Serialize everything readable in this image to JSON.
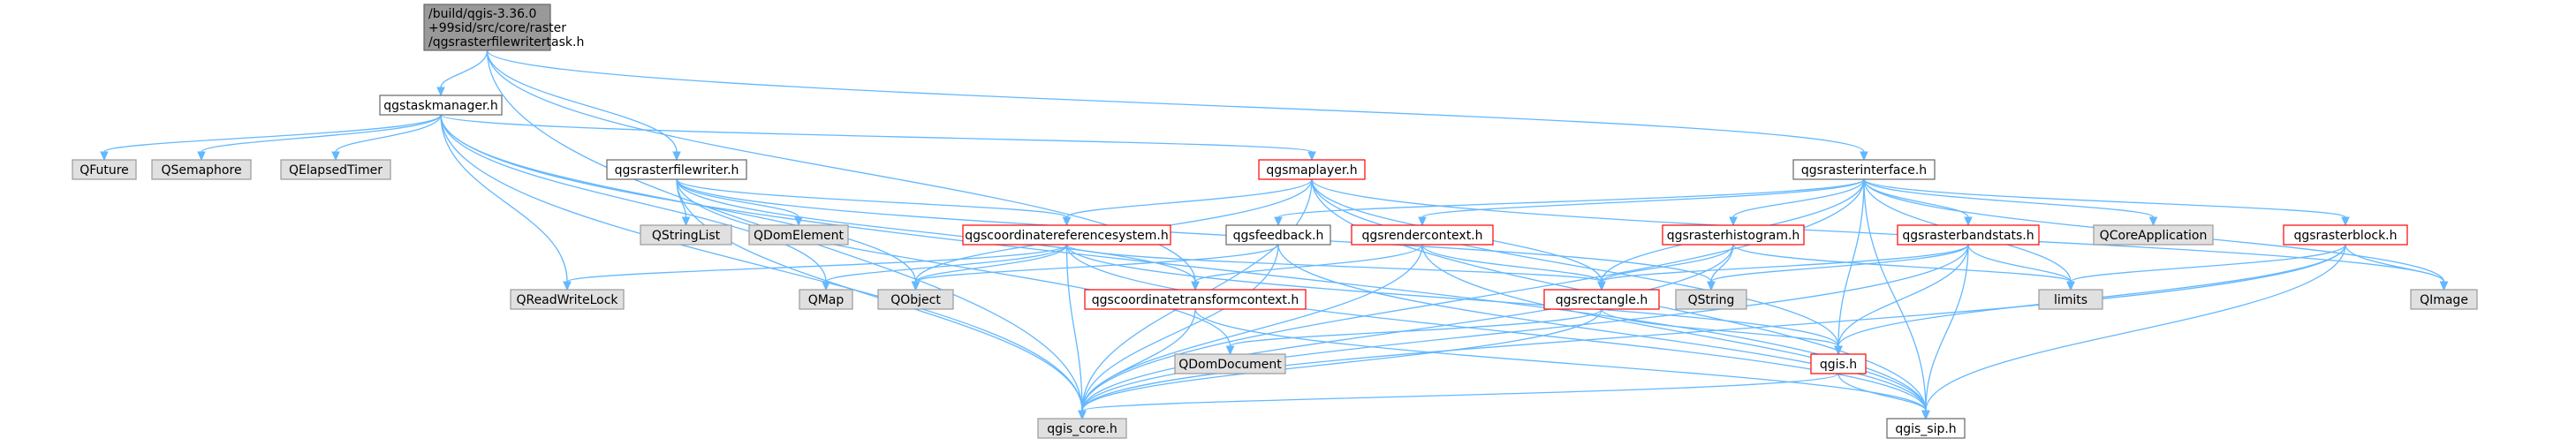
{
  "diagram": {
    "colors": {
      "root_fill": "#999999",
      "root_stroke": "#666666",
      "node_fill": "#ffffff",
      "node_stroke": "#666666",
      "red_stroke": "#ff0000",
      "gray_fill": "#e0e0e0",
      "gray_stroke": "#999999",
      "edge": "#63b8ff"
    },
    "nodes": {
      "root": {
        "lines": [
          "/build/qgis-3.36.0",
          "+99sid/src/core/raster",
          "/qgsrasterfilewritertask.h"
        ],
        "style": "root"
      },
      "qgstaskmanager": {
        "lines": [
          "qgstaskmanager.h"
        ],
        "style": "normal"
      },
      "qgsrasterfilewriter": {
        "lines": [
          "qgsrasterfilewriter.h"
        ],
        "style": "normal"
      },
      "qgsrasterinterface": {
        "lines": [
          "qgsrasterinterface.h"
        ],
        "style": "normal"
      },
      "qgsmaplayer": {
        "lines": [
          "qgsmaplayer.h"
        ],
        "style": "red"
      },
      "QFuture": {
        "lines": [
          "QFuture"
        ],
        "style": "gray"
      },
      "QSemaphore": {
        "lines": [
          "QSemaphore"
        ],
        "style": "gray"
      },
      "QElapsedTimer": {
        "lines": [
          "QElapsedTimer"
        ],
        "style": "gray"
      },
      "QStringList": {
        "lines": [
          "QStringList"
        ],
        "style": "gray"
      },
      "QDomElement": {
        "lines": [
          "QDomElement"
        ],
        "style": "gray"
      },
      "qgscrs": {
        "lines": [
          "qgscoordinatereferencesystem.h"
        ],
        "style": "red"
      },
      "qgsfeedback": {
        "lines": [
          "qgsfeedback.h"
        ],
        "style": "normal"
      },
      "qgsrendercontext": {
        "lines": [
          "qgsrendercontext.h"
        ],
        "style": "red"
      },
      "qgsrasterhistogram": {
        "lines": [
          "qgsrasterhistogram.h"
        ],
        "style": "red"
      },
      "qgsrasterbandstats": {
        "lines": [
          "qgsrasterbandstats.h"
        ],
        "style": "red"
      },
      "QCoreApplication": {
        "lines": [
          "QCoreApplication"
        ],
        "style": "gray"
      },
      "qgsrasterblock": {
        "lines": [
          "qgsrasterblock.h"
        ],
        "style": "red"
      },
      "QReadWriteLock": {
        "lines": [
          "QReadWriteLock"
        ],
        "style": "gray"
      },
      "QMap": {
        "lines": [
          "QMap"
        ],
        "style": "gray"
      },
      "QObject": {
        "lines": [
          "QObject"
        ],
        "style": "gray"
      },
      "qgsctc": {
        "lines": [
          "qgscoordinatetransformcontext.h"
        ],
        "style": "red"
      },
      "qgsrectangle": {
        "lines": [
          "qgsrectangle.h"
        ],
        "style": "red"
      },
      "QString": {
        "lines": [
          "QString"
        ],
        "style": "gray"
      },
      "limits": {
        "lines": [
          "limits"
        ],
        "style": "gray"
      },
      "QImage": {
        "lines": [
          "QImage"
        ],
        "style": "gray"
      },
      "QDomDocument": {
        "lines": [
          "QDomDocument"
        ],
        "style": "gray"
      },
      "qgis": {
        "lines": [
          "qgis.h"
        ],
        "style": "red"
      },
      "qgis_core": {
        "lines": [
          "qgis_core.h"
        ],
        "style": "gray"
      },
      "qgis_sip": {
        "lines": [
          "qgis_sip.h"
        ],
        "style": "normal"
      }
    },
    "edges": [
      [
        "root",
        "qgstaskmanager"
      ],
      [
        "root",
        "qgsrasterfilewriter"
      ],
      [
        "root",
        "qgsrasterinterface"
      ],
      [
        "root",
        "qgis_core"
      ],
      [
        "root",
        "qgsctc"
      ],
      [
        "qgstaskmanager",
        "QFuture"
      ],
      [
        "qgstaskmanager",
        "QSemaphore"
      ],
      [
        "qgstaskmanager",
        "QElapsedTimer"
      ],
      [
        "qgstaskmanager",
        "qgsmaplayer"
      ],
      [
        "qgstaskmanager",
        "QReadWriteLock"
      ],
      [
        "qgstaskmanager",
        "QMap"
      ],
      [
        "qgstaskmanager",
        "QObject"
      ],
      [
        "qgstaskmanager",
        "qgis_core"
      ],
      [
        "qgstaskmanager",
        "qgis_sip"
      ],
      [
        "qgsrasterfilewriter",
        "QStringList"
      ],
      [
        "qgsrasterfilewriter",
        "QDomElement"
      ],
      [
        "qgsrasterfilewriter",
        "qgscrs"
      ],
      [
        "qgsrasterfilewriter",
        "qgsctc"
      ],
      [
        "qgsrasterfilewriter",
        "QDomDocument"
      ],
      [
        "qgsrasterfilewriter",
        "qgis_core"
      ],
      [
        "qgsrasterfilewriter",
        "QString"
      ],
      [
        "qgsmaplayer",
        "qgscrs"
      ],
      [
        "qgsmaplayer",
        "QObject"
      ],
      [
        "qgsmaplayer",
        "qgsrectangle"
      ],
      [
        "qgsmaplayer",
        "qgis"
      ],
      [
        "qgsmaplayer",
        "qgis_core"
      ],
      [
        "qgsmaplayer",
        "qgis_sip"
      ],
      [
        "qgsmaplayer",
        "QImage"
      ],
      [
        "qgsrasterinterface",
        "qgsfeedback"
      ],
      [
        "qgsrasterinterface",
        "qgsrendercontext"
      ],
      [
        "qgsrasterinterface",
        "qgsrasterhistogram"
      ],
      [
        "qgsrasterinterface",
        "qgsrasterbandstats"
      ],
      [
        "qgsrasterinterface",
        "QCoreApplication"
      ],
      [
        "qgsrasterinterface",
        "qgsrasterblock"
      ],
      [
        "qgsrasterinterface",
        "qgsrectangle"
      ],
      [
        "qgsrasterinterface",
        "qgis"
      ],
      [
        "qgsrasterinterface",
        "qgis_core"
      ],
      [
        "qgsrasterinterface",
        "qgis_sip"
      ],
      [
        "qgsrasterinterface",
        "QImage"
      ],
      [
        "qgsrasterinterface",
        "limits"
      ],
      [
        "qgscrs",
        "QObject"
      ],
      [
        "qgscrs",
        "QMap"
      ],
      [
        "qgscrs",
        "QReadWriteLock"
      ],
      [
        "qgscrs",
        "qgsrectangle"
      ],
      [
        "qgscrs",
        "qgis"
      ],
      [
        "qgscrs",
        "qgis_core"
      ],
      [
        "qgscrs",
        "qgis_sip"
      ],
      [
        "qgsfeedback",
        "QObject"
      ],
      [
        "qgsfeedback",
        "qgis_core"
      ],
      [
        "qgsfeedback",
        "qgis_sip"
      ],
      [
        "qgsrendercontext",
        "qgsctc"
      ],
      [
        "qgsrendercontext",
        "qgsrectangle"
      ],
      [
        "qgsrendercontext",
        "qgis_core"
      ],
      [
        "qgsrendercontext",
        "qgis_sip"
      ],
      [
        "qgsrasterhistogram",
        "qgsrectangle"
      ],
      [
        "qgsrasterhistogram",
        "QString"
      ],
      [
        "qgsrasterhistogram",
        "qgis_core"
      ],
      [
        "qgsrasterhistogram",
        "limits"
      ],
      [
        "qgsrasterbandstats",
        "qgsrectangle"
      ],
      [
        "qgsrasterbandstats",
        "qgis"
      ],
      [
        "qgsrasterbandstats",
        "limits"
      ],
      [
        "qgsrasterbandstats",
        "QString"
      ],
      [
        "qgsrasterbandstats",
        "qgis_core"
      ],
      [
        "qgsrasterbandstats",
        "qgis_sip"
      ],
      [
        "qgsrasterblock",
        "limits"
      ],
      [
        "qgsrasterblock",
        "QImage"
      ],
      [
        "qgsrasterblock",
        "qgis"
      ],
      [
        "qgsrasterblock",
        "qgis_core"
      ],
      [
        "qgsrasterblock",
        "qgis_sip"
      ],
      [
        "qgsctc",
        "qgis_core"
      ],
      [
        "qgsctc",
        "qgis_sip"
      ],
      [
        "qgsrectangle",
        "qgis"
      ],
      [
        "qgsrectangle",
        "qgis_core"
      ],
      [
        "qgsrectangle",
        "QDomDocument"
      ],
      [
        "qgis",
        "qgis_core"
      ],
      [
        "qgis",
        "qgis_sip"
      ]
    ]
  }
}
